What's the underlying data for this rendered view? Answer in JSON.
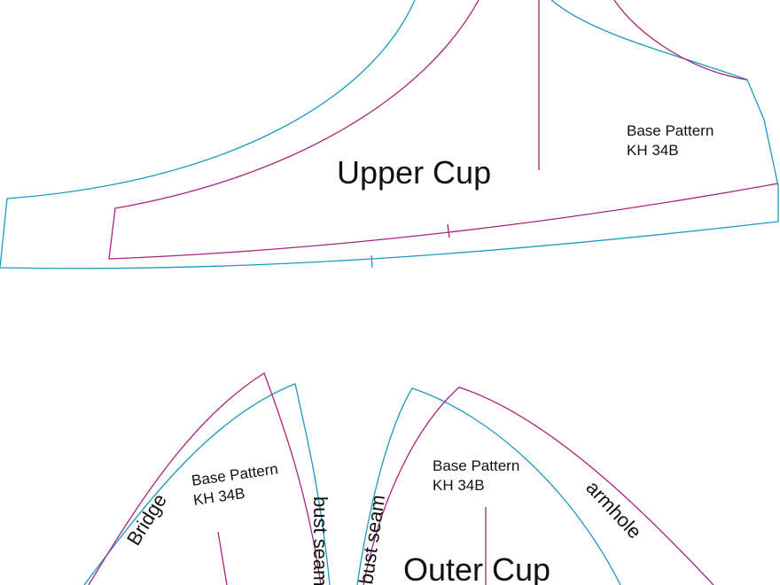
{
  "upper_cup": {
    "title": "Upper Cup",
    "base_line1": "Base Pattern",
    "base_line2": "KH 34B"
  },
  "inner_cup": {
    "base_line1": "Base Pattern",
    "base_line2": "KH 34B",
    "bridge": "Bridge",
    "bust_seam": "bust seam"
  },
  "outer_cup": {
    "title": "Outer Cup",
    "base_line1": "Base Pattern",
    "base_line2": "KH 34B",
    "bust_seam": "bust seam",
    "armhole": "armhole"
  },
  "colors": {
    "seam_allowance": "#1a9bbf",
    "stitch_line": "#a8237f"
  }
}
